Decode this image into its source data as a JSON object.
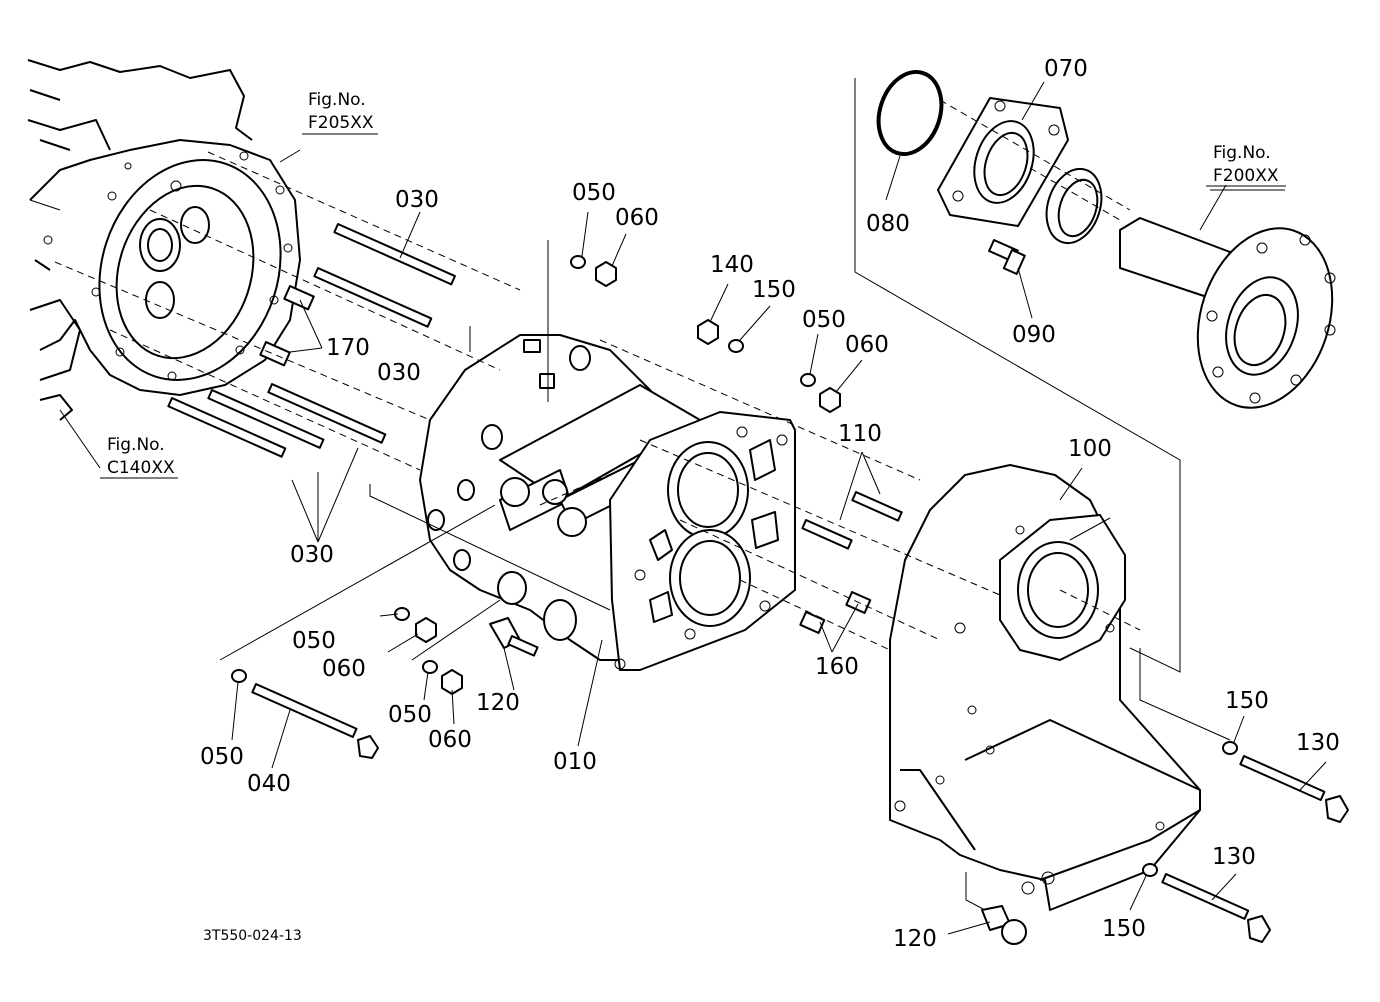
{
  "callouts": {
    "p010": "010",
    "p030a": "030",
    "p030b": "030",
    "p030c": "030",
    "p040": "040",
    "p050a": "050",
    "p050b": "050",
    "p050c": "050",
    "p050d": "050",
    "p050e": "050",
    "p060a": "060",
    "p060b": "060",
    "p060c": "060",
    "p060d": "060",
    "p070": "070",
    "p080": "080",
    "p090": "090",
    "p100": "100",
    "p110": "110",
    "p120a": "120",
    "p120b": "120",
    "p130a": "130",
    "p130b": "130",
    "p140": "140",
    "p150a": "150",
    "p150b": "150",
    "p150c": "150",
    "p160": "160",
    "p170": "170"
  },
  "figure_refs": {
    "f205": {
      "label": "Fig.No.",
      "code": "F205XX"
    },
    "c140": {
      "label": "Fig.No.",
      "code": "C140XX"
    },
    "f200": {
      "label": "Fig.No.",
      "code": "F200XX"
    }
  },
  "drawing_code": "3T550-024-13"
}
